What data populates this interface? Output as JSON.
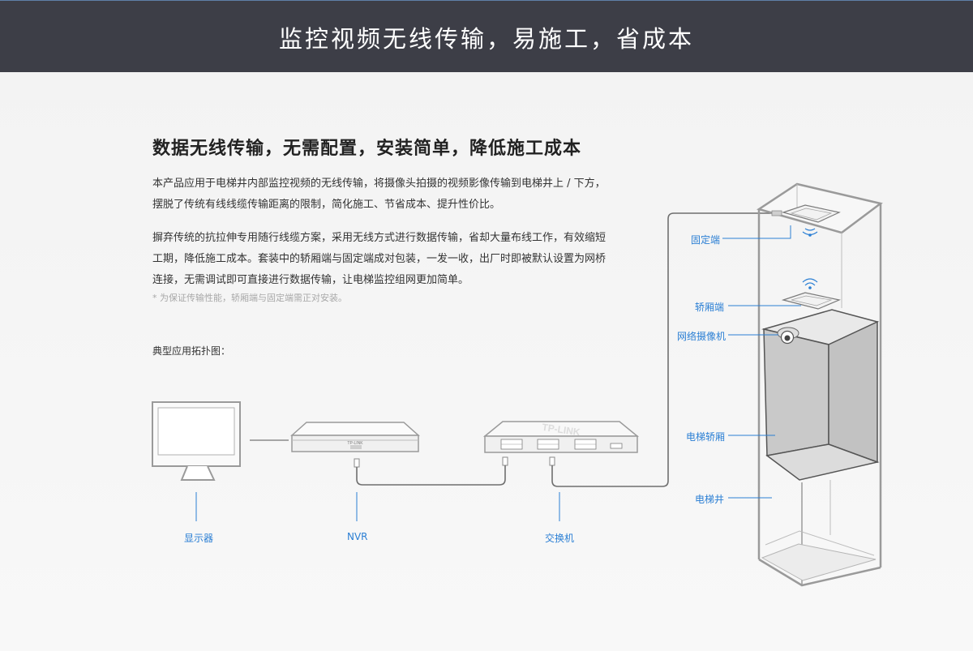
{
  "banner": {
    "title": "监控视频无线传输，易施工，省成本"
  },
  "section": {
    "heading": "数据无线传输，无需配置，安装简单，降低施工成本",
    "paragraph1": "本产品应用于电梯井内部监控视频的无线传输，将摄像头拍摄的视频影像传输到电梯井上 / 下方，摆脱了传统有线线缆传输距离的限制，简化施工、节省成本、提升性价比。",
    "paragraph2": "摒弃传统的抗拉伸专用随行线缆方案，采用无线方式进行数据传输，省却大量布线工作，有效缩短工期，降低施工成本。套装中的轿厢端与固定端成对包装，一发一收，出厂时即被默认设置为网桥连接，无需调试即可直接进行数据传输，让电梯监控组网更加简单。",
    "note": "* 为保证传输性能，轿厢端与固定端需正对安装。"
  },
  "diagram": {
    "title": "典型应用拓扑图：",
    "labels": {
      "monitor": "显示器",
      "nvr": "NVR",
      "switch": "交换机",
      "fixed_end": "固定端",
      "car_end": "轿厢端",
      "camera": "网络摄像机",
      "elevator_car": "电梯轿厢",
      "elevator_shaft": "电梯井"
    },
    "devices": {
      "nvr_brand": "TP-LINK",
      "switch_brand": "TP-LINK"
    }
  },
  "colors": {
    "banner_bg": "#3d3e47",
    "accent_label": "#2b7fd4",
    "line_gray": "#8a8a8a"
  }
}
